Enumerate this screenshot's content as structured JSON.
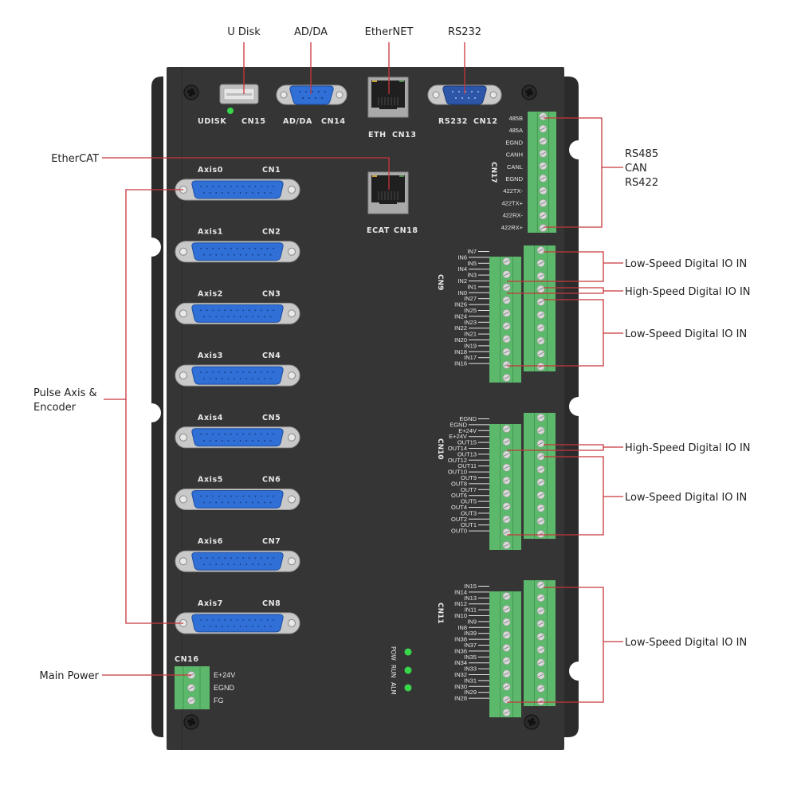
{
  "title": "Motion Controller Interface Layout",
  "colors": {
    "housing": "#333333",
    "bracket": "#2b2b2b",
    "terminal_green": "#5cb86b",
    "connector_blue": "#2f6fd6",
    "leader_red": "#c8363b",
    "led_green": "#38d64a"
  },
  "callouts": {
    "udisk": "U Disk",
    "adda": "AD/DA",
    "ethernet": "EtherNET",
    "rs232": "RS232",
    "ethercat": "EtherCAT",
    "pulse_axis_line1": "Pulse Axis &",
    "pulse_axis_line2": "Encoder",
    "main_power": "Main Power",
    "comm_line1": "RS485",
    "comm_line2": "CAN",
    "comm_line3": "RS422",
    "cn9_low_top": "Low-Speed Digital IO IN",
    "cn9_high": "High-Speed Digital IO IN",
    "cn9_low_bottom": "Low-Speed Digital IO IN",
    "cn10_high": "High-Speed Digital IO IN",
    "cn10_low": "Low-Speed Digital IO IN",
    "cn11_low": "Low-Speed Digital IO IN"
  },
  "top_ports": {
    "udisk": {
      "name": "UDISK",
      "cn": "CN15"
    },
    "adda": {
      "name": "AD/DA",
      "cn": "CN14"
    },
    "eth": {
      "name": "ETH",
      "cn": "CN13"
    },
    "rs232": {
      "name": "RS232",
      "cn": "CN12"
    },
    "ecat": {
      "name": "ECAT",
      "cn": "CN18"
    }
  },
  "axes": [
    {
      "name": "Axis0",
      "cn": "CN1"
    },
    {
      "name": "Axis1",
      "cn": "CN2"
    },
    {
      "name": "Axis2",
      "cn": "CN3"
    },
    {
      "name": "Axis3",
      "cn": "CN4"
    },
    {
      "name": "Axis4",
      "cn": "CN5"
    },
    {
      "name": "Axis5",
      "cn": "CN6"
    },
    {
      "name": "Axis6",
      "cn": "CN7"
    },
    {
      "name": "Axis7",
      "cn": "CN8"
    }
  ],
  "cn17": {
    "name": "CN17",
    "pins": [
      "485B",
      "485A",
      "EGND",
      "CANH",
      "CANL",
      "EGND",
      "422TX-",
      "422TX+",
      "422RX-",
      "422RX+"
    ]
  },
  "cn9": {
    "name": "CN9",
    "pins": [
      "IN7",
      "IN6",
      "IN5",
      "IN4",
      "IN3",
      "IN2",
      "IN1",
      "IN0",
      "IN27",
      "IN26",
      "IN25",
      "IN24",
      "IN23",
      "IN22",
      "IN21",
      "IN20",
      "IN19",
      "IN18",
      "IN17",
      "IN16"
    ]
  },
  "cn10": {
    "name": "CN10",
    "pins": [
      "EGND",
      "EGND",
      "E+24V",
      "E+24V",
      "OUT15",
      "OUT14",
      "OUT13",
      "OUT12",
      "OUT11",
      "OUT10",
      "OUT9",
      "OUT8",
      "OUT7",
      "OUT6",
      "OUT5",
      "OUT4",
      "OUT3",
      "OUT2",
      "OUT1",
      "OUT0"
    ]
  },
  "cn11": {
    "name": "CN11",
    "pins": [
      "IN15",
      "IN14",
      "IN13",
      "IN12",
      "IN11",
      "IN10",
      "IN9",
      "IN8",
      "IN39",
      "IN38",
      "IN37",
      "IN36",
      "IN35",
      "IN34",
      "IN33",
      "IN32",
      "IN31",
      "IN30",
      "IN29",
      "IN28"
    ]
  },
  "cn16": {
    "name": "CN16",
    "pins": [
      "E+24V",
      "EGND",
      "FG"
    ]
  },
  "leds": [
    "POW",
    "RUN",
    "ALM"
  ]
}
